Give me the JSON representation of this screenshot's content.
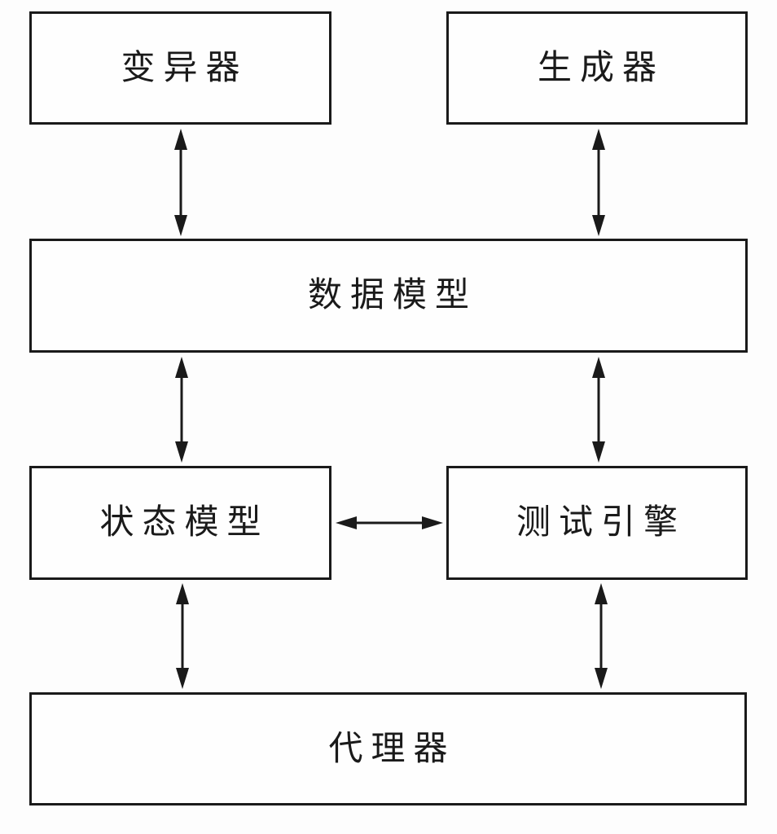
{
  "diagram": {
    "nodes": [
      {
        "id": "mutator",
        "label": "变异器"
      },
      {
        "id": "generator",
        "label": "生成器"
      },
      {
        "id": "data_model",
        "label": "数据模型"
      },
      {
        "id": "state_model",
        "label": "状态模型"
      },
      {
        "id": "test_engine",
        "label": "测试引擎"
      },
      {
        "id": "proxy",
        "label": "代理器"
      }
    ],
    "edges": [
      {
        "from": "mutator",
        "to": "data_model",
        "direction": "bidirectional",
        "orientation": "vertical"
      },
      {
        "from": "generator",
        "to": "data_model",
        "direction": "bidirectional",
        "orientation": "vertical"
      },
      {
        "from": "data_model",
        "to": "state_model",
        "direction": "bidirectional",
        "orientation": "vertical"
      },
      {
        "from": "data_model",
        "to": "test_engine",
        "direction": "bidirectional",
        "orientation": "vertical"
      },
      {
        "from": "state_model",
        "to": "test_engine",
        "direction": "bidirectional",
        "orientation": "horizontal"
      },
      {
        "from": "state_model",
        "to": "proxy",
        "direction": "bidirectional",
        "orientation": "vertical"
      },
      {
        "from": "test_engine",
        "to": "proxy",
        "direction": "bidirectional",
        "orientation": "vertical"
      }
    ],
    "colors": {
      "line": "#1a1a1a",
      "box_background": "#fefefe",
      "page_background": "#fdfdfd"
    }
  }
}
